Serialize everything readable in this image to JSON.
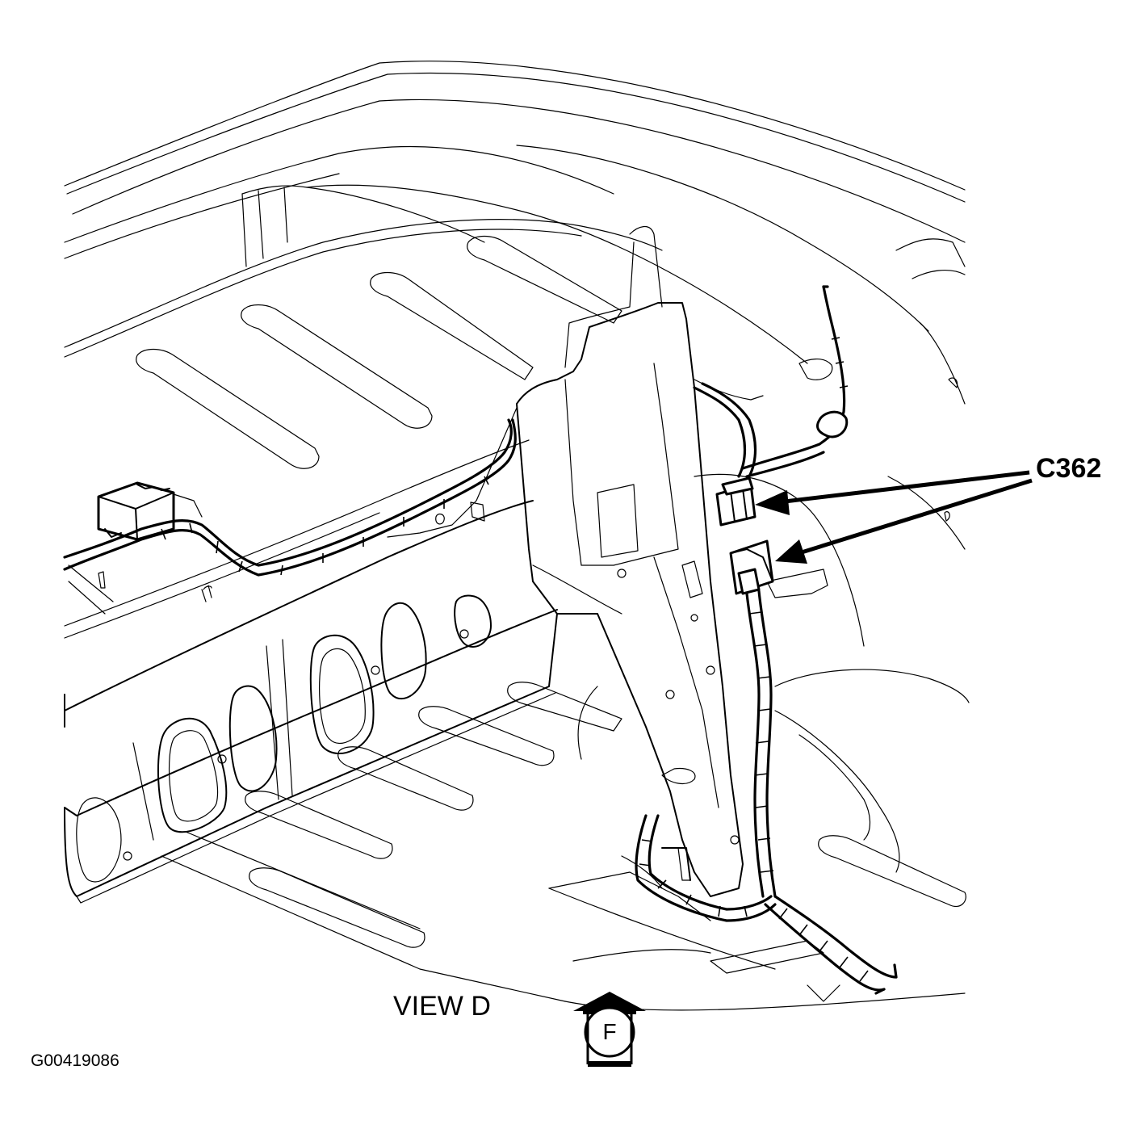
{
  "callout": {
    "connector_label": "C362"
  },
  "view": {
    "label": "VIEW D"
  },
  "orientation": {
    "front_letter": "F",
    "icon": "front-direction-arrow-icon"
  },
  "figure": {
    "id": "G00419086"
  }
}
